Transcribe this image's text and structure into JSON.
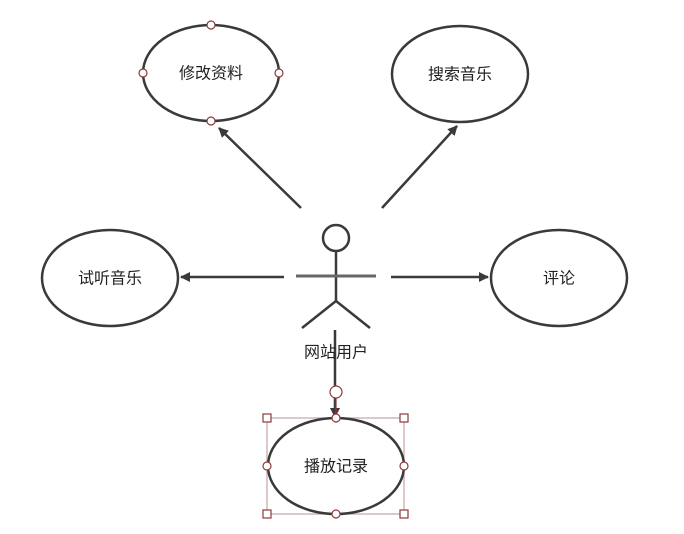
{
  "diagram": {
    "actor": {
      "label": "网站用户"
    },
    "use_cases": [
      {
        "label": "修改资料"
      },
      {
        "label": "搜索音乐"
      },
      {
        "label": "试听音乐"
      },
      {
        "label": "评论"
      },
      {
        "label": "播放记录"
      }
    ],
    "colors": {
      "stroke": "#3a3a3a",
      "handle": "#8b3a3a",
      "selection": "#c9a5a5"
    }
  }
}
